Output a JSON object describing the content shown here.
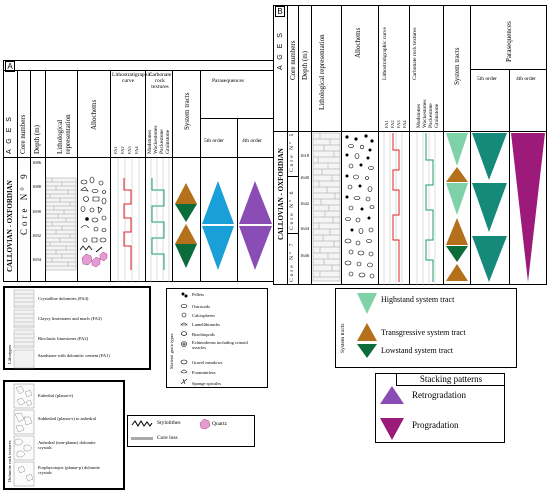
{
  "panel_a": {
    "letter": "A",
    "headers": {
      "ages": "A G E S",
      "core_numbers": "Core numbers",
      "depth": "Depth (m)",
      "litho": "Lithological representation",
      "allochems": "Allochems",
      "litho_curve": "Lithostratigraphic curve",
      "facies": [
        "FA1",
        "FA2",
        "FA3",
        "FA4"
      ],
      "carbonate": "Carbonate rock textures",
      "textures": [
        "Mudstones",
        "Wackestones",
        "Packestone",
        "Grainstone"
      ],
      "system_tracts": "System tracts",
      "parasequences": "Parasequences",
      "fifth": "5th order",
      "fourth": "4th order"
    },
    "age": "CALLOVIAN - OXFORDIAN",
    "core": "Core N° 9",
    "depths": [
      "1686",
      "1688",
      "1690",
      "1692",
      "1694"
    ]
  },
  "panel_b": {
    "letter": "B",
    "headers": {
      "ages": "A G E S",
      "core_numbers": "Core numbers",
      "depth": "Depth (m)",
      "litho": "Lithological representation",
      "allochems": "Allochems",
      "litho_curve": "Lithostratigraphic curve",
      "facies": [
        "FA1",
        "FA2",
        "FA3",
        "FA4"
      ],
      "carbonate": "Carbonate rock textures",
      "textures": [
        "Mudstones",
        "Wackestones",
        "Packestone",
        "Grainstone"
      ],
      "system_tracts": "System tracts",
      "parasequences": "Parasequences",
      "fifth": "5th order",
      "fourth": "4th order"
    },
    "age": "CALLOVIAN - OXFORDIAN",
    "cores": [
      "Core N° 5",
      "Core N° 6",
      "Core N° 7"
    ],
    "depths": [
      "1618",
      "1640",
      "1642",
      "1644",
      "1646"
    ]
  },
  "lithotypes_legend": {
    "title": "Lithotypes",
    "items": [
      "Crystalline dolomites (FA4)",
      "Clayey limestones and marls (FA3)",
      "Bioclastic limestones (FA2)",
      "Sandstone with dolomitic cement (FA1)"
    ]
  },
  "skeletal_legend": {
    "title": "Skeletal grain types",
    "items": [
      "Pellets",
      "Ostracods",
      "Calcispheres",
      "Lamellibranchs",
      "Brachiopods",
      "Echinoderms including crinoid ossicles",
      "Gravel meadows",
      "Foraminifera",
      "Sponge spicules"
    ]
  },
  "dolomite_legend": {
    "title": "Dolomite rock textures",
    "items": [
      "Euhedral (planar-e)",
      "Subhedral (planar-s) to anhedral",
      "Anhedral (non-planar) dolomite crystals",
      "Porphyrotopic (planar-p) dolomite crystals"
    ]
  },
  "misc_legend": {
    "stylolithes": "Stylolithes",
    "quartz": "Quartz",
    "core_loss": "Core loss"
  },
  "system_tracts_legend": {
    "title": "System tracts",
    "items": [
      {
        "label": "Highstand system tract",
        "color": "#7fd2a8"
      },
      {
        "label": "Transgressive system tract",
        "color": "#b5701c"
      },
      {
        "label": "Lowstand system tract",
        "color": "#0b6b3a"
      }
    ]
  },
  "stacking_legend": {
    "title": "Stacking patterns",
    "items": [
      {
        "label": "Retrogradation",
        "color": "#8a4cb5"
      },
      {
        "label": "Progradation",
        "color": "#9b1a7a"
      }
    ]
  },
  "colors": {
    "blue_triangle": "#1aa0d8",
    "teal_triangle": "#168a7a",
    "curve_red": "#e02020",
    "curve_green": "#17a06a",
    "quartz_pink": "#e79ad2"
  }
}
